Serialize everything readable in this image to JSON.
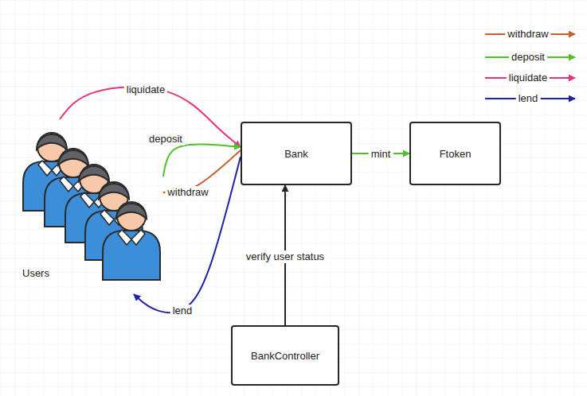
{
  "diagram": {
    "nodes": [
      {
        "text": [
          "Users"
        ]
      },
      {
        "text": [
          "Bank"
        ]
      },
      {
        "text": [
          "Ftoken"
        ]
      },
      {
        "text": [
          "BankController"
        ]
      }
    ],
    "edges": [
      {
        "from": 0,
        "to": 1,
        "arrow": "to",
        "label": "liquidate"
      },
      {
        "from": 0,
        "to": 1,
        "arrow": "to",
        "label": "deposit"
      },
      {
        "from": 1,
        "to": 0,
        "arrow": "to",
        "label": "withdraw"
      },
      {
        "from": 1,
        "to": 0,
        "arrow": "to",
        "label": "lend"
      },
      {
        "from": 1,
        "to": 2,
        "arrow": "to",
        "label": "mint"
      },
      {
        "from": 3,
        "to": 1,
        "arrow": "to",
        "label": "verify user status"
      }
    ],
    "legend": [
      {
        "text": "withdraw"
      },
      {
        "text": "deposit"
      },
      {
        "text": "liquidate"
      },
      {
        "text": "lend"
      }
    ]
  }
}
